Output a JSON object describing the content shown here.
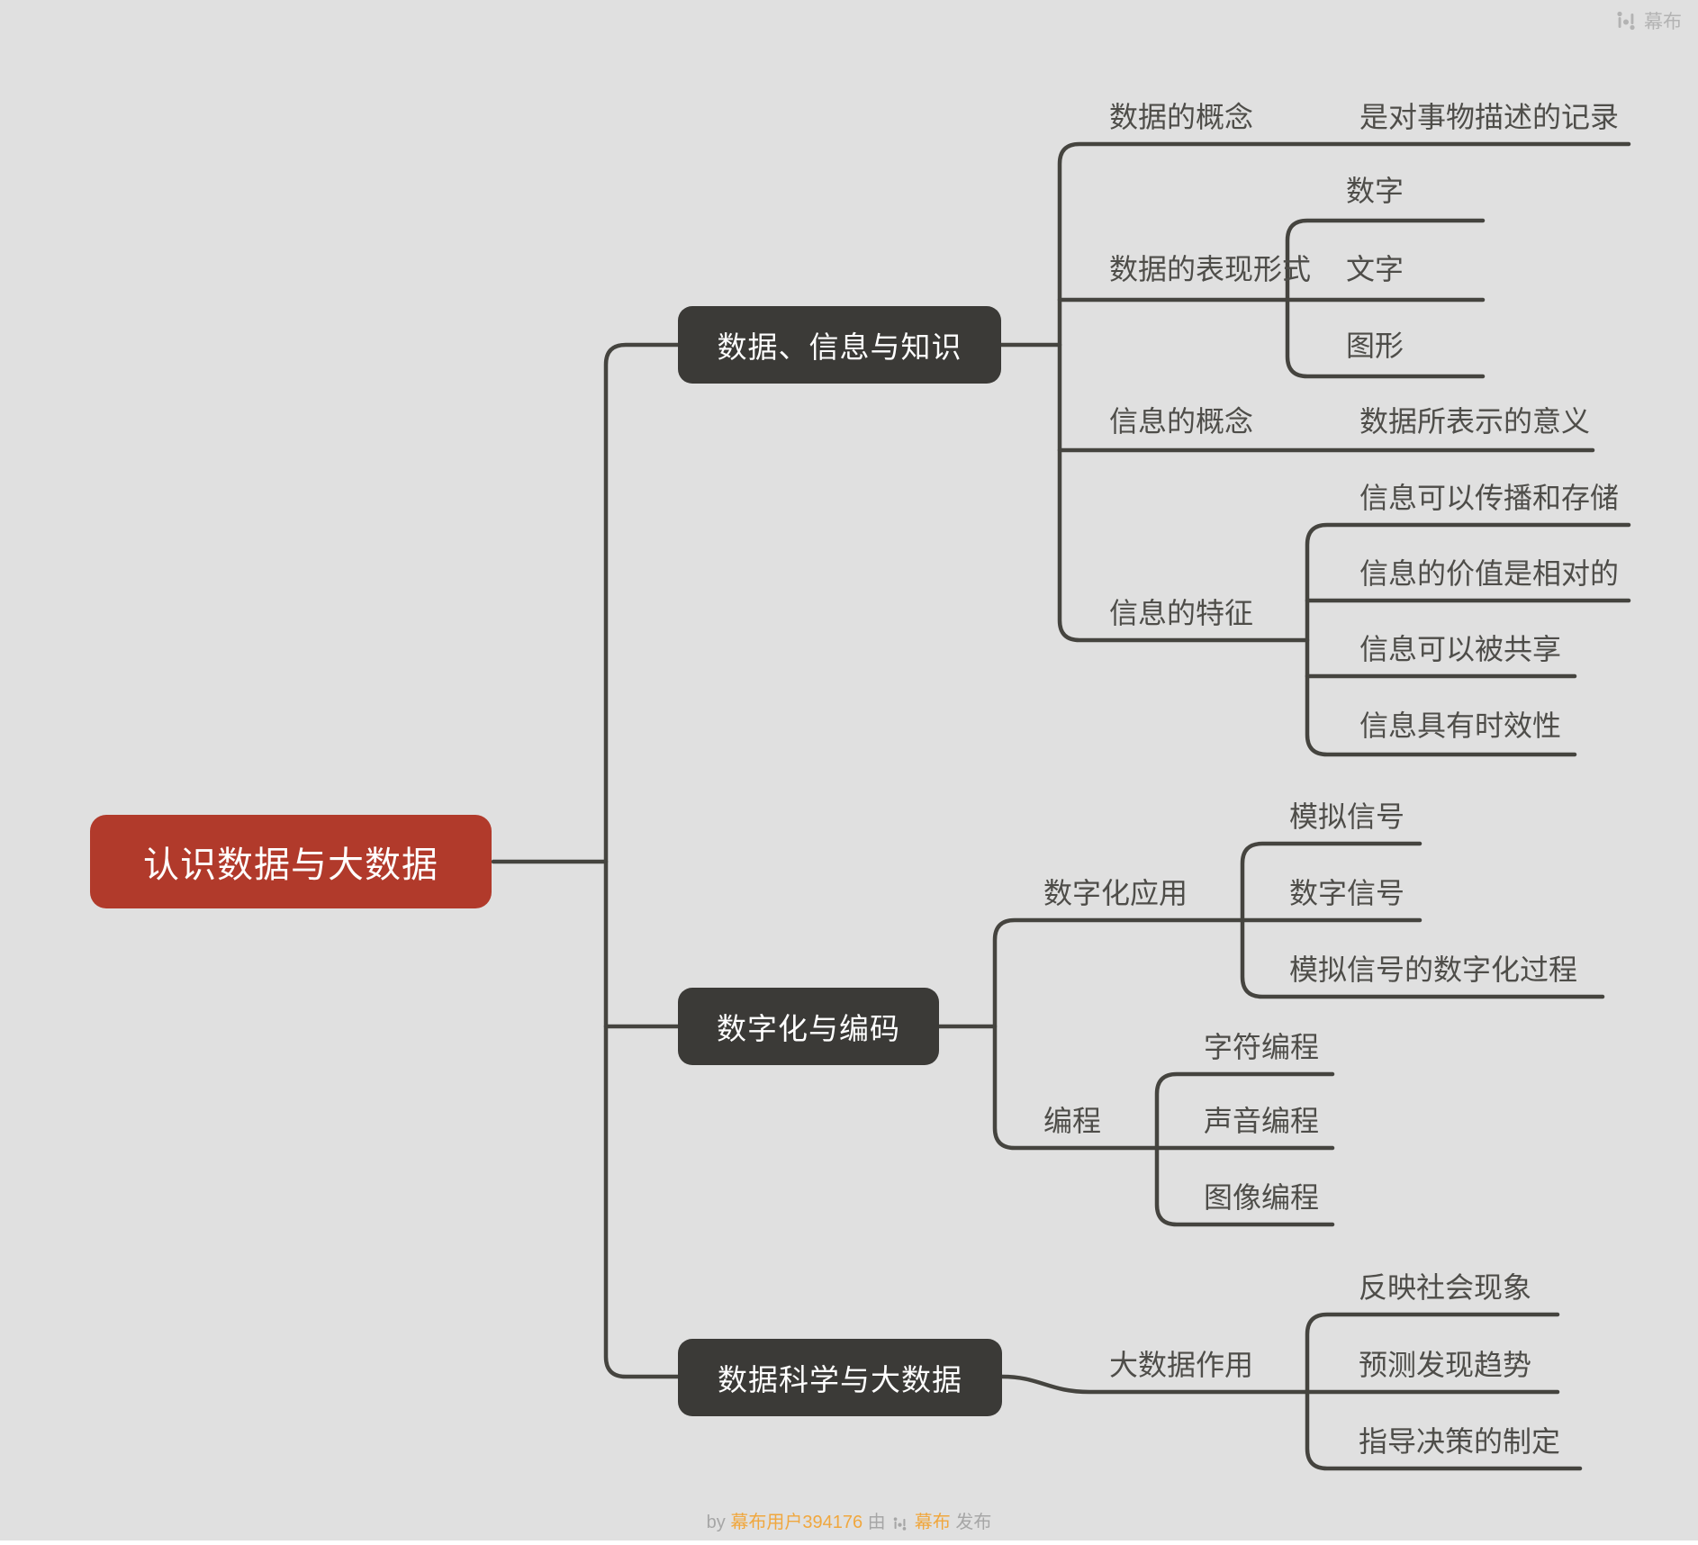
{
  "app": {
    "brand": "幕布"
  },
  "footer": {
    "by": "by",
    "user_link": "幕布用户394176",
    "via": "由",
    "brand_link": "幕布",
    "publish": "发布"
  },
  "colors": {
    "background": "#e0e0e0",
    "root_node": "#b13a2b",
    "branch_node": "#3b3a37",
    "line": "#45443f",
    "label_text": "#4e4d49",
    "link_orange": "#f0a73e",
    "muted_gray": "#a6a6a6"
  },
  "mindmap": {
    "root": {
      "label": "认识数据与大数据"
    },
    "branches": [
      {
        "label": "数据、信息与知识",
        "children": [
          {
            "label": "数据的概念",
            "children": [
              {
                "label": "是对事物描述的记录"
              }
            ]
          },
          {
            "label": "数据的表现形式",
            "children": [
              {
                "label": "数字"
              },
              {
                "label": "文字"
              },
              {
                "label": "图形"
              }
            ]
          },
          {
            "label": "信息的概念",
            "children": [
              {
                "label": "数据所表示的意义"
              }
            ]
          },
          {
            "label": "信息的特征",
            "children": [
              {
                "label": "信息可以传播和存储"
              },
              {
                "label": "信息的价值是相对的"
              },
              {
                "label": "信息可以被共享"
              },
              {
                "label": "信息具有时效性"
              }
            ]
          }
        ]
      },
      {
        "label": "数字化与编码",
        "children": [
          {
            "label": "数字化应用",
            "children": [
              {
                "label": "模拟信号"
              },
              {
                "label": "数字信号"
              },
              {
                "label": "模拟信号的数字化过程"
              }
            ]
          },
          {
            "label": "编程",
            "children": [
              {
                "label": "字符编程"
              },
              {
                "label": "声音编程"
              },
              {
                "label": "图像编程"
              }
            ]
          }
        ]
      },
      {
        "label": "数据科学与大数据",
        "children": [
          {
            "label": "大数据作用",
            "children": [
              {
                "label": "反映社会现象"
              },
              {
                "label": "预测发现趋势"
              },
              {
                "label": "指导决策的制定"
              }
            ]
          }
        ]
      }
    ]
  }
}
